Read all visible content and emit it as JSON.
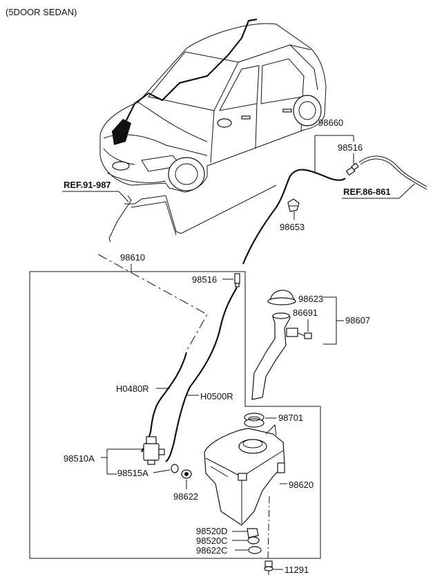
{
  "header": {
    "variant": "(5DOOR SEDAN)"
  },
  "refs": {
    "left": "REF.91-987",
    "right": "REF.86-861"
  },
  "parts": {
    "p98660": "98660",
    "p98516_top": "98516",
    "p98653": "98653",
    "p98610": "98610",
    "p98516_box": "98516",
    "p98623": "98623",
    "p86691": "86691",
    "p98607": "98607",
    "pH0480R": "H0480R",
    "pH0500R": "H0500R",
    "p98701": "98701",
    "p98510A": "98510A",
    "p98515A": "98515A",
    "p98620": "98620",
    "p98622": "98622",
    "p98520D": "98520D",
    "p98520C": "98520C",
    "p98622C": "98622C",
    "p11291": "11291"
  },
  "colors": {
    "line": "#111111",
    "background": "#ffffff"
  }
}
